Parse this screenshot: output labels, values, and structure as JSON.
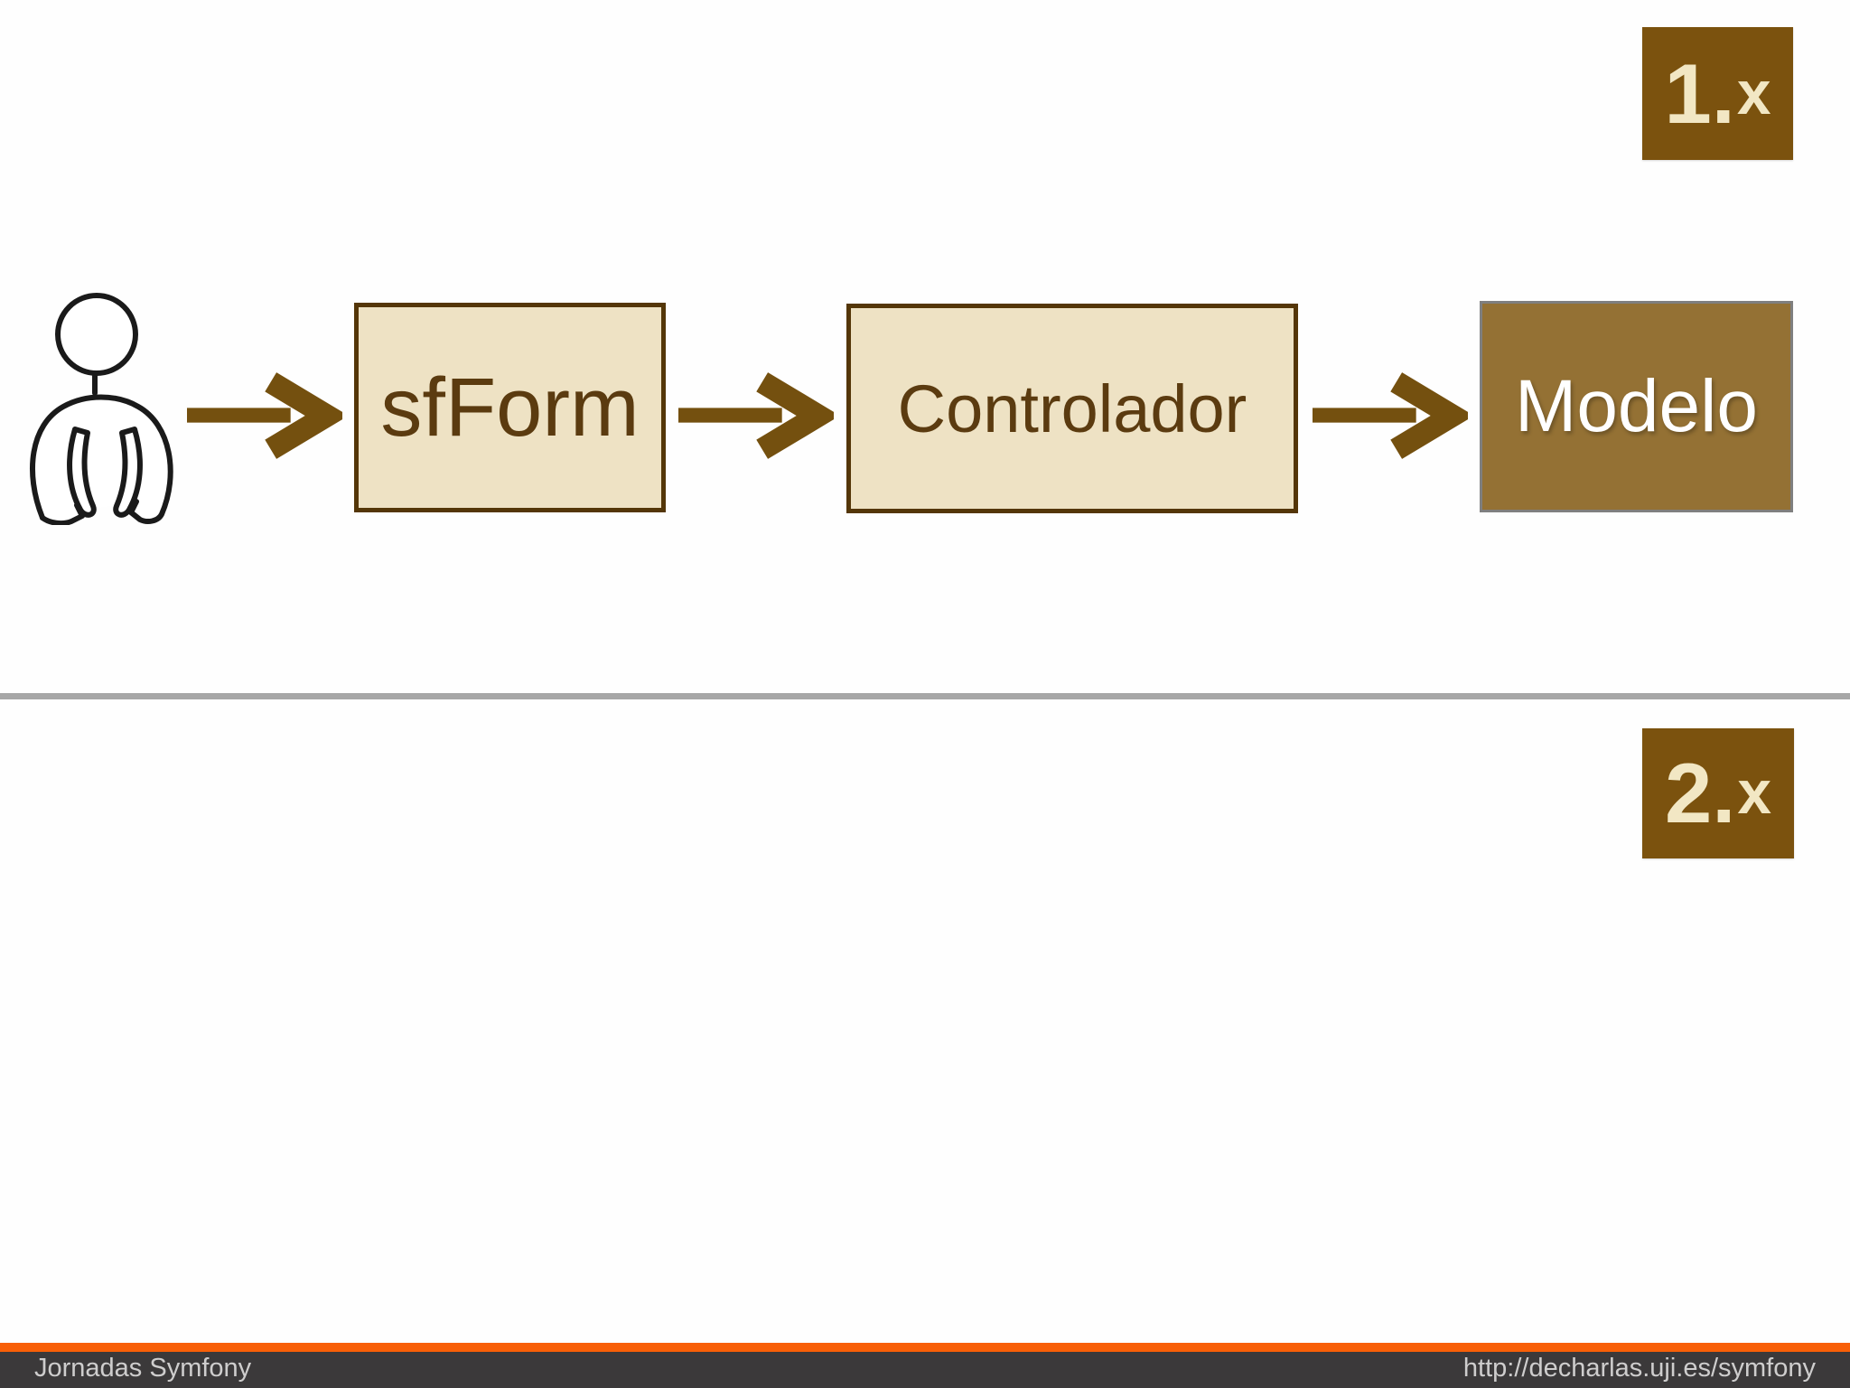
{
  "slide": {
    "badges": [
      {
        "major": "1.",
        "minor": "x"
      },
      {
        "major": "2.",
        "minor": "x"
      }
    ],
    "diagram": {
      "actor_icon": "person-icon",
      "nodes": [
        {
          "label": "sfForm"
        },
        {
          "label": "Controlador"
        },
        {
          "label": "Modelo"
        }
      ]
    },
    "footer": {
      "left": "Jornadas Symfony",
      "right": "http://decharlas.uji.es/symfony"
    },
    "colors": {
      "badge_brown": "#7b520e",
      "badge_text": "#f2e7c4",
      "arrow_brown": "#74500f",
      "node_cream_fill": "#eee2c4",
      "node_cream_border": "#543608",
      "node_cream_text": "#5b3b10",
      "node_brown_fill": "#947134",
      "node_brown_border": "#7f7f7f",
      "node_brown_text": "#ffffff",
      "person_stroke": "#1a1a1a",
      "divider_gray": "#a7a7a7",
      "footer_orange": "#f85f07",
      "footer_dark": "#3b393a",
      "footer_text": "#cecdcd"
    }
  }
}
